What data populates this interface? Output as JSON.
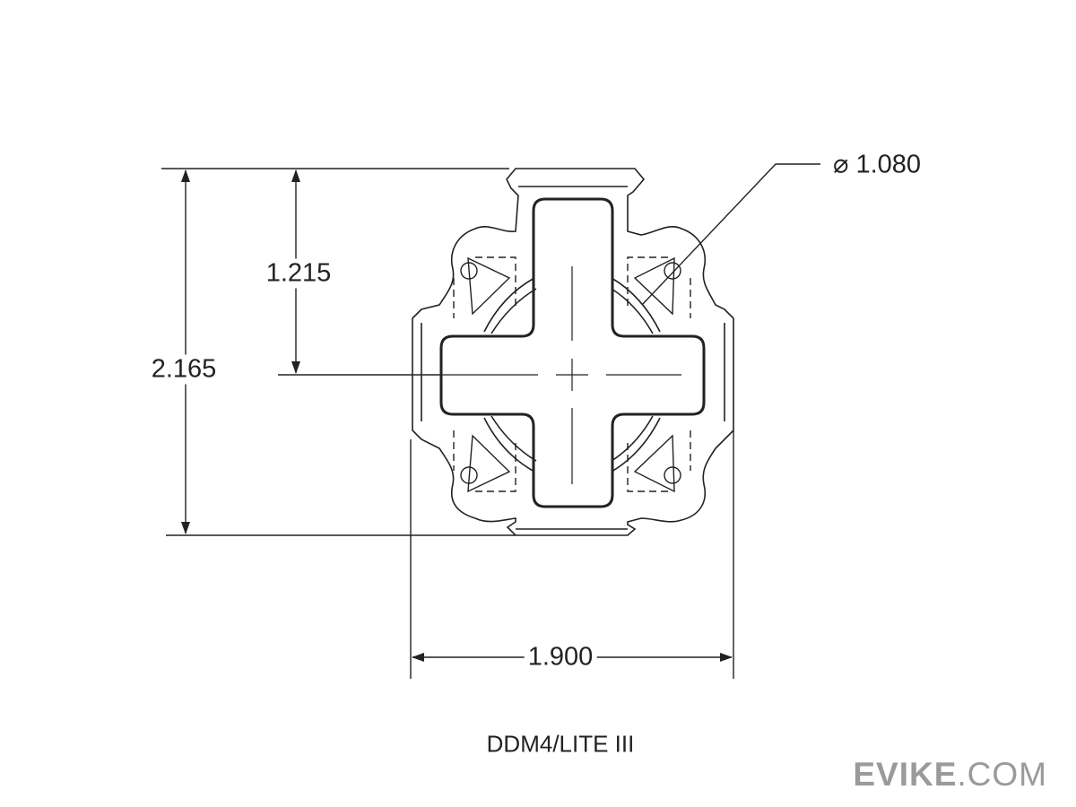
{
  "drawing": {
    "title": "DDM4/LITE III",
    "dimensions": {
      "overall_height": "2.165",
      "center_height": "1.215",
      "overall_width": "1.900",
      "diameter": "1.080",
      "diameter_symbol": "⌀"
    }
  },
  "watermark": {
    "brand": "EVIKE",
    "suffix": ".COM"
  },
  "colors": {
    "line": "#222222",
    "watermark": "#9a9a9a"
  }
}
